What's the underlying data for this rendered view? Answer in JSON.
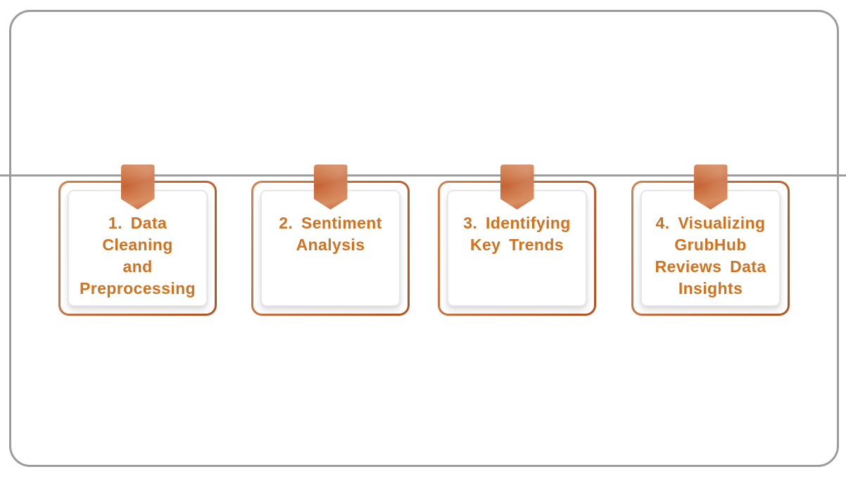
{
  "colors": {
    "step_text": "#d2711e",
    "card_border_light": "#d3804f",
    "card_border_dark": "#b4511f",
    "ribbon_light": "#d98f63",
    "ribbon_dark": "#c66434",
    "frame_gray": "#9c9c9c"
  },
  "slide": {
    "steps": [
      {
        "title_lines": [
          "1. Data Cleaning",
          "and",
          "Preprocessing"
        ]
      },
      {
        "title_lines": [
          "2. Sentiment",
          "Analysis"
        ]
      },
      {
        "title_lines": [
          "3. Identifying",
          "Key Trends"
        ]
      },
      {
        "title_lines": [
          "4. Visualizing",
          "GrubHub",
          "Reviews Data",
          "Insights"
        ]
      }
    ]
  }
}
